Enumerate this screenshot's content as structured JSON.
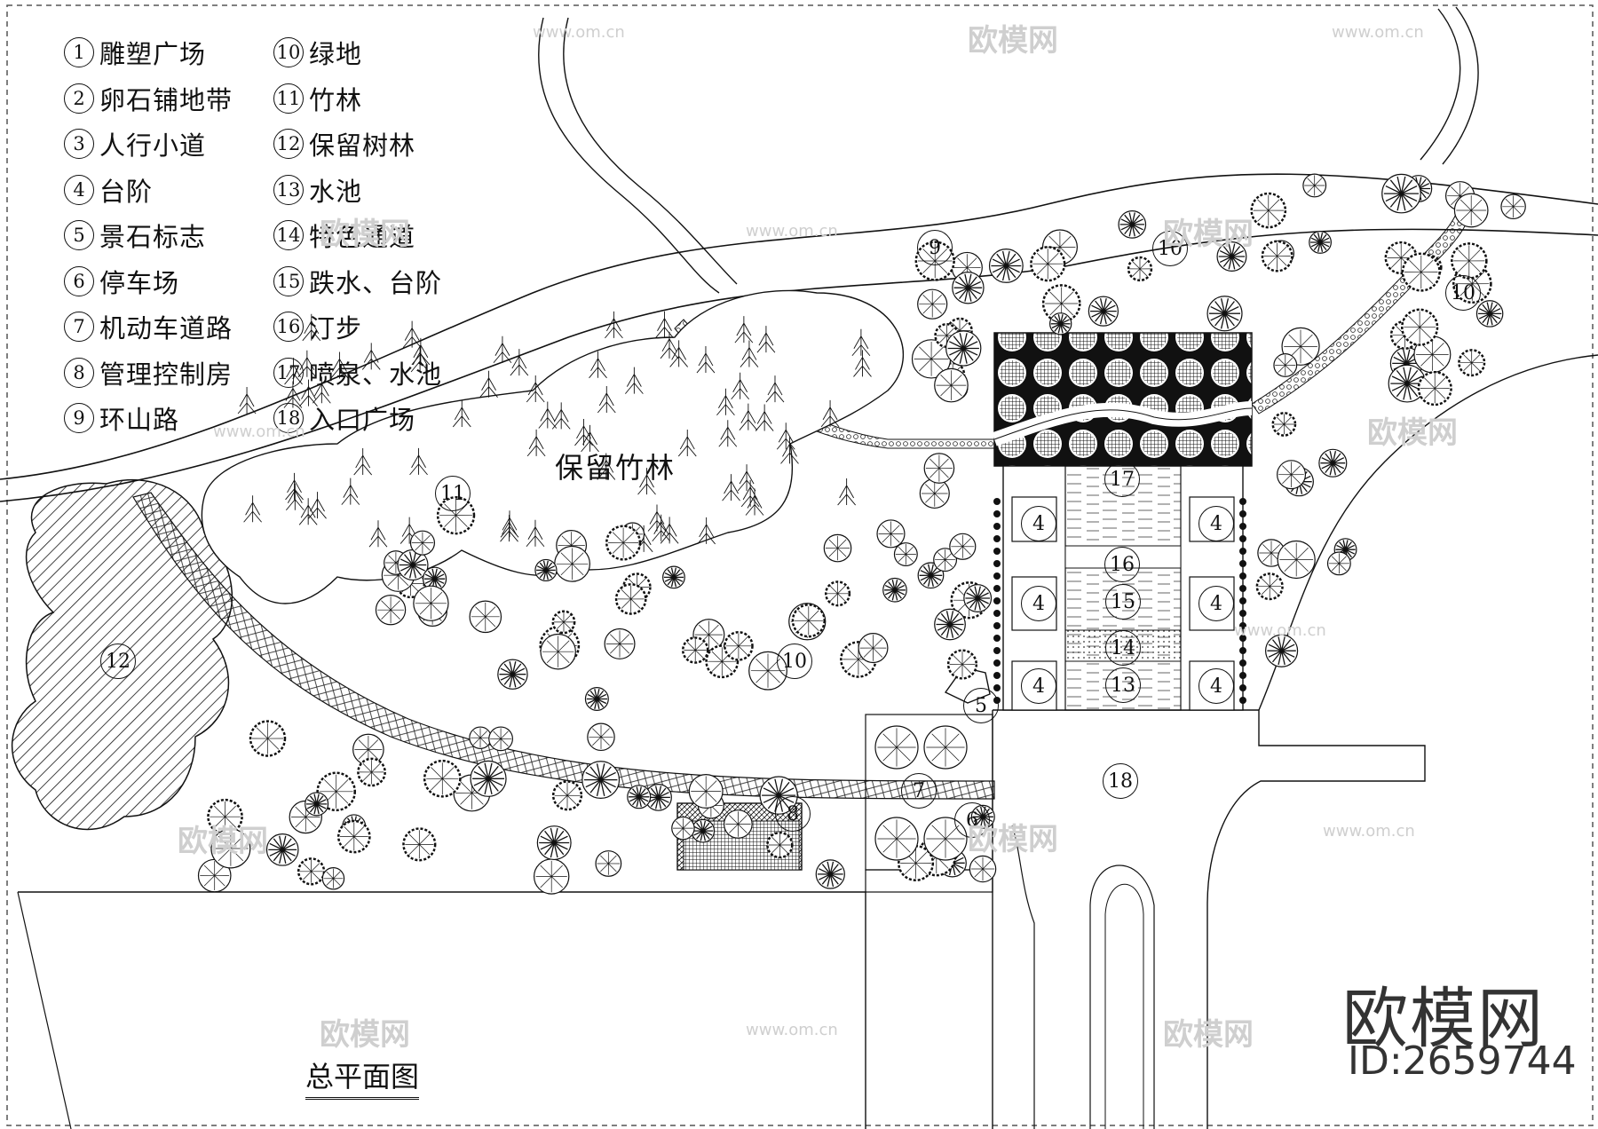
{
  "legend": [
    {
      "num": "1",
      "label": "雕塑广场"
    },
    {
      "num": "2",
      "label": "卵石铺地带"
    },
    {
      "num": "3",
      "label": "人行小道"
    },
    {
      "num": "4",
      "label": "台阶"
    },
    {
      "num": "5",
      "label": "景石标志"
    },
    {
      "num": "6",
      "label": "停车场"
    },
    {
      "num": "7",
      "label": "机动车道路"
    },
    {
      "num": "8",
      "label": "管理控制房"
    },
    {
      "num": "9",
      "label": "环山路"
    },
    {
      "num": "10",
      "label": "绿地"
    },
    {
      "num": "11",
      "label": "竹林"
    },
    {
      "num": "12",
      "label": "保留树林"
    },
    {
      "num": "13",
      "label": "水池"
    },
    {
      "num": "14",
      "label": "特色通道"
    },
    {
      "num": "15",
      "label": "跌水、台阶"
    },
    {
      "num": "16",
      "label": "汀步"
    },
    {
      "num": "17",
      "label": "喷泉、水池"
    },
    {
      "num": "18",
      "label": "入口广场"
    }
  ],
  "callouts": [
    "9",
    "10",
    "10",
    "11",
    "12",
    "10",
    "5",
    "7",
    "6",
    "8",
    "18",
    "17",
    "16",
    "15",
    "14",
    "13",
    "4",
    "4",
    "4",
    "4",
    "4",
    "4"
  ],
  "area_label": "保留竹林",
  "title": "总平面图",
  "watermark": {
    "brand": "欧模网",
    "id": "ID:2659744",
    "url": "www.om.cn"
  },
  "colors": {
    "ink": "#111111",
    "watermark": "#cfcfcf",
    "background": "#ffffff"
  }
}
